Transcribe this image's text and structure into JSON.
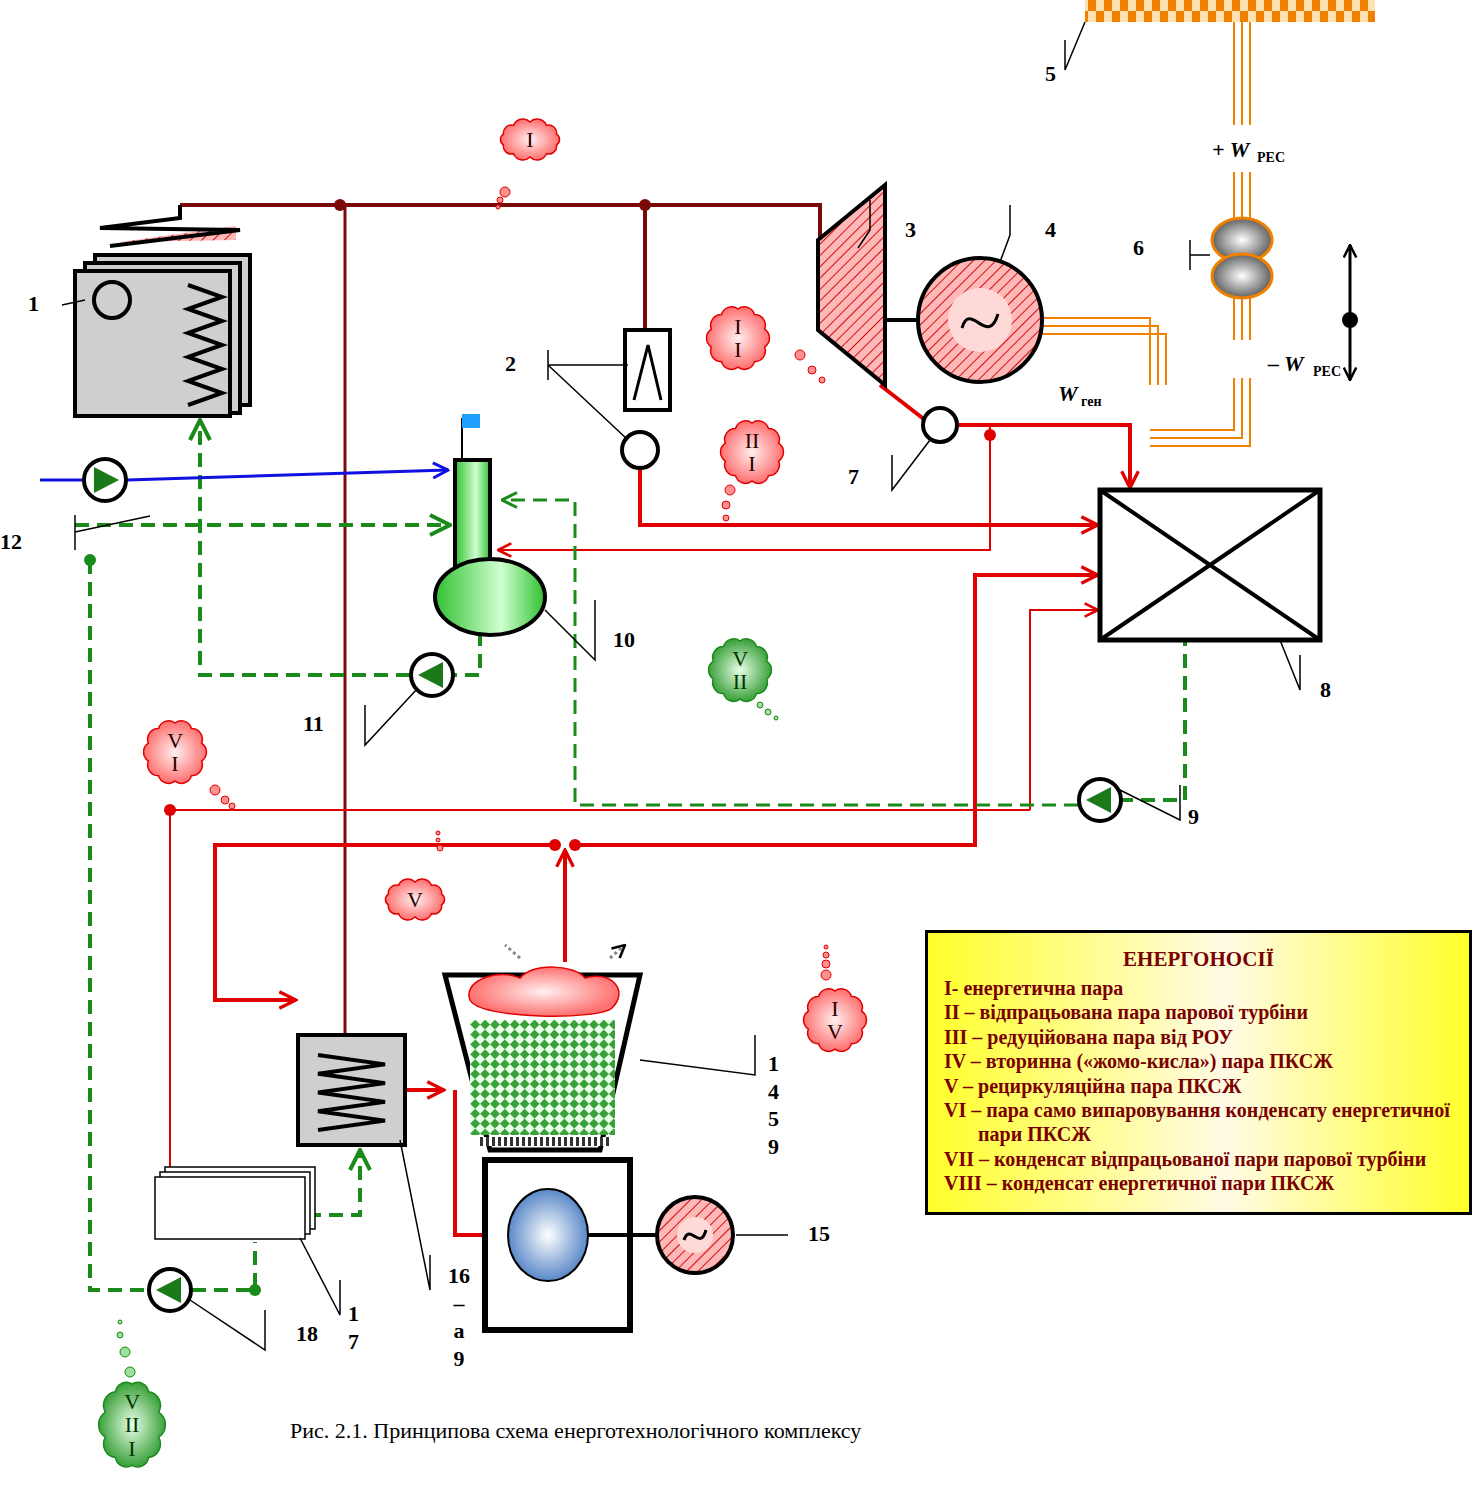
{
  "diagram": {
    "caption": "Рис. 2.1. Принципова схема енерготехнологічного комплексу",
    "nodes": [
      {
        "text": [
          "I"
        ]
      },
      {
        "text": [
          "I I"
        ]
      },
      {
        "text": [
          "II I"
        ]
      },
      {
        "text": [
          "V II"
        ]
      },
      {
        "text": [
          "V I"
        ]
      },
      {
        "text": [
          "V"
        ]
      },
      {
        "text": [
          "I V"
        ]
      },
      {
        "text": [
          "V II I"
        ]
      }
    ],
    "labels": [
      "1",
      "2",
      "3",
      "4",
      "5",
      "6",
      "7",
      "8",
      "9",
      "10",
      "11",
      "12",
      "1 4 5 9",
      "15",
      "16 – а 9",
      "1 7",
      "18",
      "+ W",
      "РЕС",
      "– W",
      "РЕС",
      "W",
      "ген",
      "ЕНЕРГОНОСІЇ"
    ],
    "legend": [
      {
        "text": "I- енергетична пара"
      },
      {
        "text": "II – відпрацьована пара парової турбіни"
      },
      {
        "text": "III – редуційована пара від РОУ"
      },
      {
        "text": "IV – вторинна («жомо-кисла») пара ПКСЖ"
      },
      {
        "text": "V – рециркуляційна пара ПКСЖ"
      },
      {
        "text": "VI – пара само випаровування конденсату енергетичної пари ПКСЖ"
      },
      {
        "text": "VII – конденсат відпрацьованої пари парової турбіни"
      },
      {
        "text": "VIII – конденсат енергетичної пари ПКСЖ"
      }
    ]
  }
}
